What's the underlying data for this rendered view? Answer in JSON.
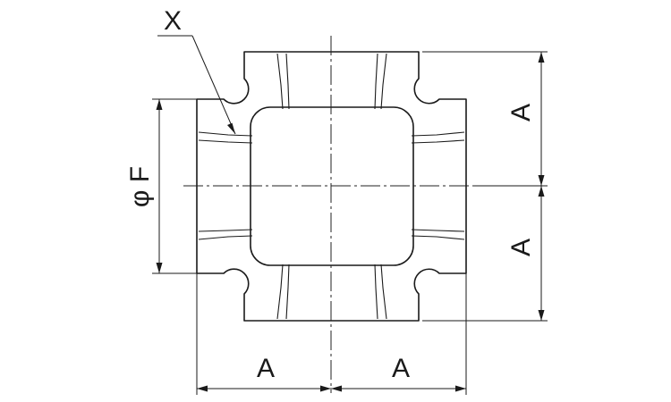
{
  "labels": {
    "leader": "X",
    "diameter": "φ F",
    "right_upper": "A",
    "right_lower": "A",
    "bottom_left": "A",
    "bottom_right": "A"
  },
  "colors": {
    "line": "#1a1a1a",
    "background": "#ffffff"
  }
}
